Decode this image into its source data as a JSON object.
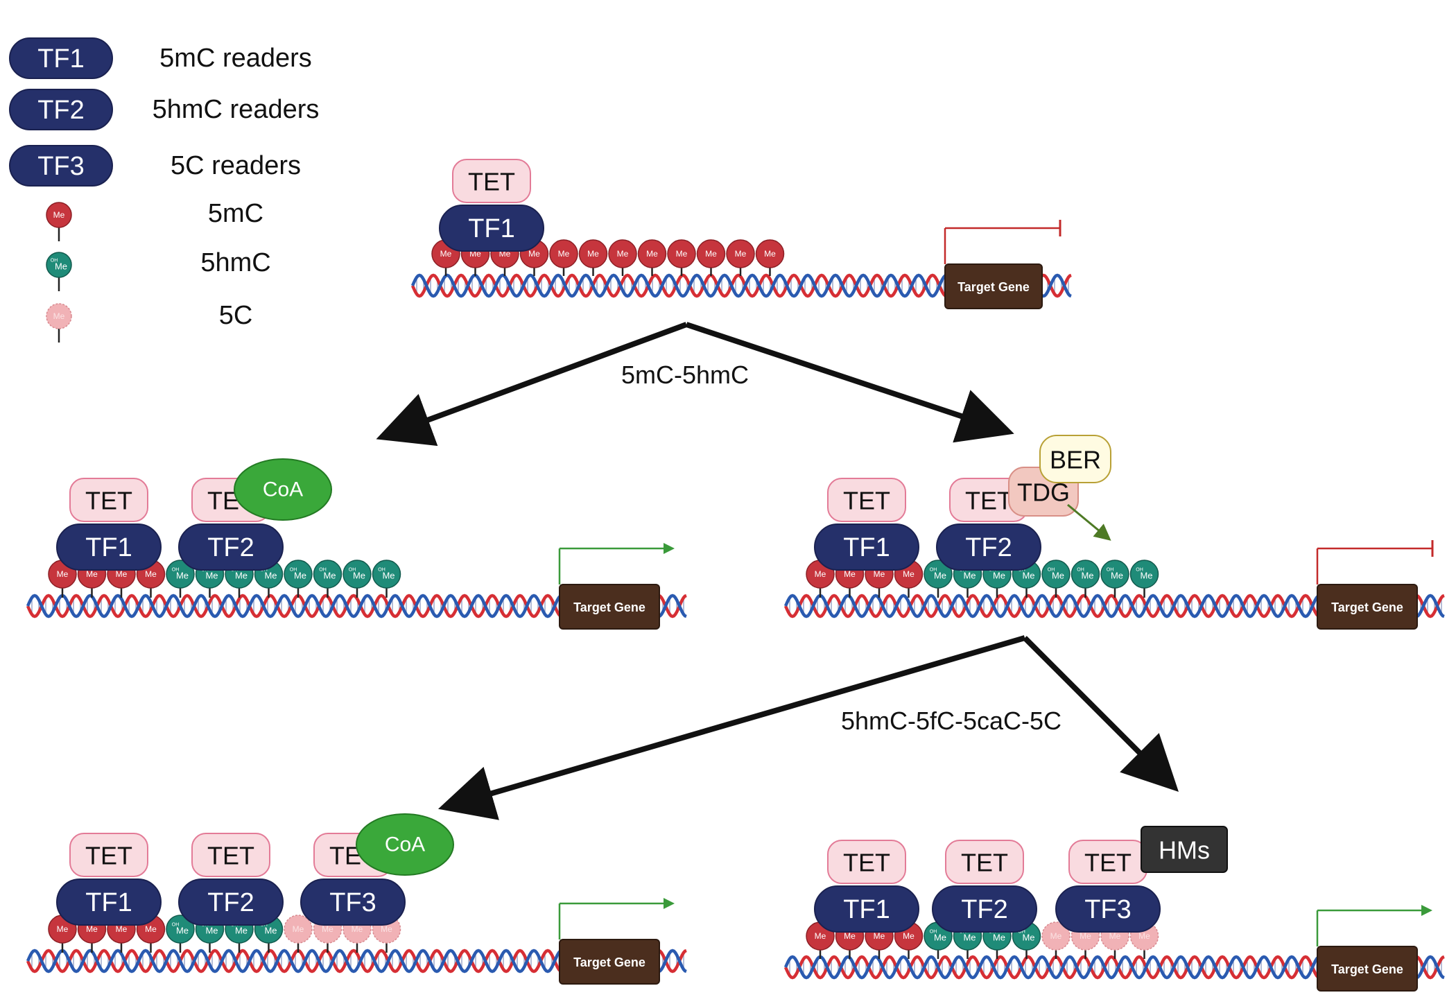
{
  "legend": [
    {
      "kind": "tf",
      "badge": "TF1",
      "label": "5mC readers"
    },
    {
      "kind": "tf",
      "badge": "TF2",
      "label": "5hmC readers"
    },
    {
      "kind": "tf",
      "badge": "TF3",
      "label": "5C readers"
    },
    {
      "kind": "me",
      "label": "5mC"
    },
    {
      "kind": "ohme",
      "label": "5hmC"
    },
    {
      "kind": "c5",
      "label": "5C"
    }
  ],
  "labels": {
    "tet": "TET",
    "tf1": "TF1",
    "tf2": "TF2",
    "tf3": "TF3",
    "coa": "CoA",
    "ber": "BER",
    "tdg": "TDG",
    "hms": "HMs",
    "target_gene": "Target Gene",
    "me": "Me",
    "oh": "OH",
    "step1": "5mC-5hmC",
    "step2": "5hmC-5fC-5caC-5C"
  },
  "panels": [
    {
      "id": "top",
      "sites": [
        "me",
        "me",
        "me",
        "me",
        "me",
        "me",
        "me",
        "me",
        "me",
        "me",
        "me",
        "me"
      ],
      "readers": [
        "TF1"
      ],
      "extras": [],
      "gene_state": "repressed"
    },
    {
      "id": "middle-left",
      "sites": [
        "me",
        "me",
        "me",
        "me",
        "ohme",
        "ohme",
        "ohme",
        "ohme",
        "ohme",
        "ohme",
        "ohme",
        "ohme"
      ],
      "readers": [
        "TF1",
        "TF2"
      ],
      "extras": [
        "CoA"
      ],
      "gene_state": "active"
    },
    {
      "id": "middle-right",
      "sites": [
        "me",
        "me",
        "me",
        "me",
        "ohme",
        "ohme",
        "ohme",
        "ohme",
        "ohme",
        "ohme",
        "ohme",
        "ohme"
      ],
      "readers": [
        "TF1",
        "TF2"
      ],
      "extras": [
        "TDG",
        "BER"
      ],
      "gene_state": "repressed"
    },
    {
      "id": "bottom-left",
      "sites": [
        "me",
        "me",
        "me",
        "me",
        "ohme",
        "ohme",
        "ohme",
        "ohme",
        "c5",
        "c5",
        "c5",
        "c5"
      ],
      "readers": [
        "TF1",
        "TF2",
        "TF3"
      ],
      "extras": [
        "CoA"
      ],
      "gene_state": "active"
    },
    {
      "id": "bottom-right",
      "sites": [
        "me",
        "me",
        "me",
        "me",
        "ohme",
        "ohme",
        "ohme",
        "ohme",
        "c5",
        "c5",
        "c5",
        "c5"
      ],
      "readers": [
        "TF1",
        "TF2",
        "TF3"
      ],
      "extras": [
        "HMs"
      ],
      "gene_state": "active"
    }
  ],
  "colors": {
    "tf": "#25306a",
    "tet_fill": "#f9dbe0",
    "tet_stroke": "#e37b97",
    "me": "#c6353d",
    "ohme": "#1f8b78",
    "c5": "#f1b2b6",
    "dna_red": "#d62e34",
    "dna_blue": "#2a5ab0",
    "gene": "#4b2e1e",
    "active": "#3a9a3a",
    "repressed": "#c32a2a",
    "coa": "#3aa83a",
    "ber_fill": "#fffbe2",
    "ber_stroke": "#b8a035",
    "tdg_fill": "#f2c8c0",
    "tdg_stroke": "#d88f86",
    "hms": "#333333",
    "arrow": "#111111",
    "tdg_arrow": "#4e7a25"
  }
}
